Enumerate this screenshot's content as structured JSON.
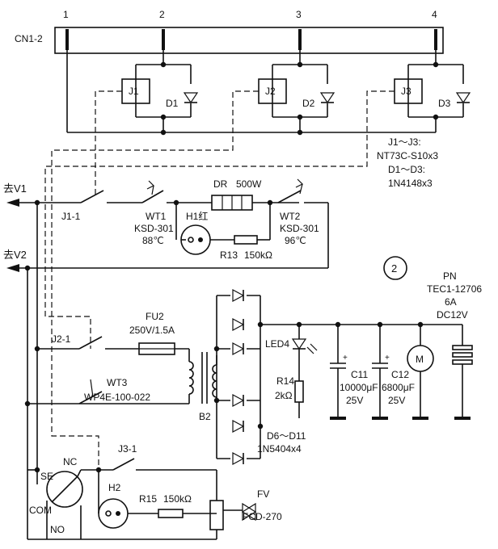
{
  "connector": {
    "name": "CN1-2",
    "pins": [
      "1",
      "2",
      "3",
      "4"
    ]
  },
  "relays": [
    {
      "relay": "J1",
      "diode": "D1"
    },
    {
      "relay": "J2",
      "diode": "D2"
    },
    {
      "relay": "J3",
      "diode": "D3"
    }
  ],
  "relay_note": [
    "J1～J3:",
    "NT73C-S10x3",
    "D1～D3:",
    "1N4148x3"
  ],
  "outputs": {
    "v1": "去V1",
    "v2": "去V2"
  },
  "contacts": {
    "j1": "J1-1",
    "j2": "J2-1",
    "j3": "J3-1"
  },
  "heater": {
    "dr_label": "DR",
    "dr_power": "500W",
    "wt1": [
      "WT1",
      "KSD-301",
      "88℃"
    ],
    "wt2": [
      "WT2",
      "KSD-301",
      "96℃"
    ],
    "h1": "H1红",
    "r13": "R13",
    "r13_value": "150kΩ"
  },
  "circle_number": "2",
  "pn": [
    "PN",
    "TEC1-12706",
    "6A",
    "DC12V"
  ],
  "fuse": {
    "name": "FU2",
    "rating": "250V/1.5A"
  },
  "wt3": [
    "WT3",
    "WP4E-100-022"
  ],
  "transformer": "B2",
  "led": "LED4",
  "r14": [
    "R14",
    "2kΩ"
  ],
  "bridge": [
    "D6～D11",
    "1N5404x4"
  ],
  "c11": [
    "C11",
    "10000μF",
    "25V"
  ],
  "c12": [
    "C12",
    "6800μF",
    "25V"
  ],
  "motor": "M",
  "bottom": {
    "nc": "NC",
    "se": "SE",
    "com": "COM",
    "no": "NO",
    "h2": "H2",
    "r15": "R15",
    "r15_value": "150kΩ",
    "fv": "FV",
    "fv_model": "FCD-270"
  }
}
